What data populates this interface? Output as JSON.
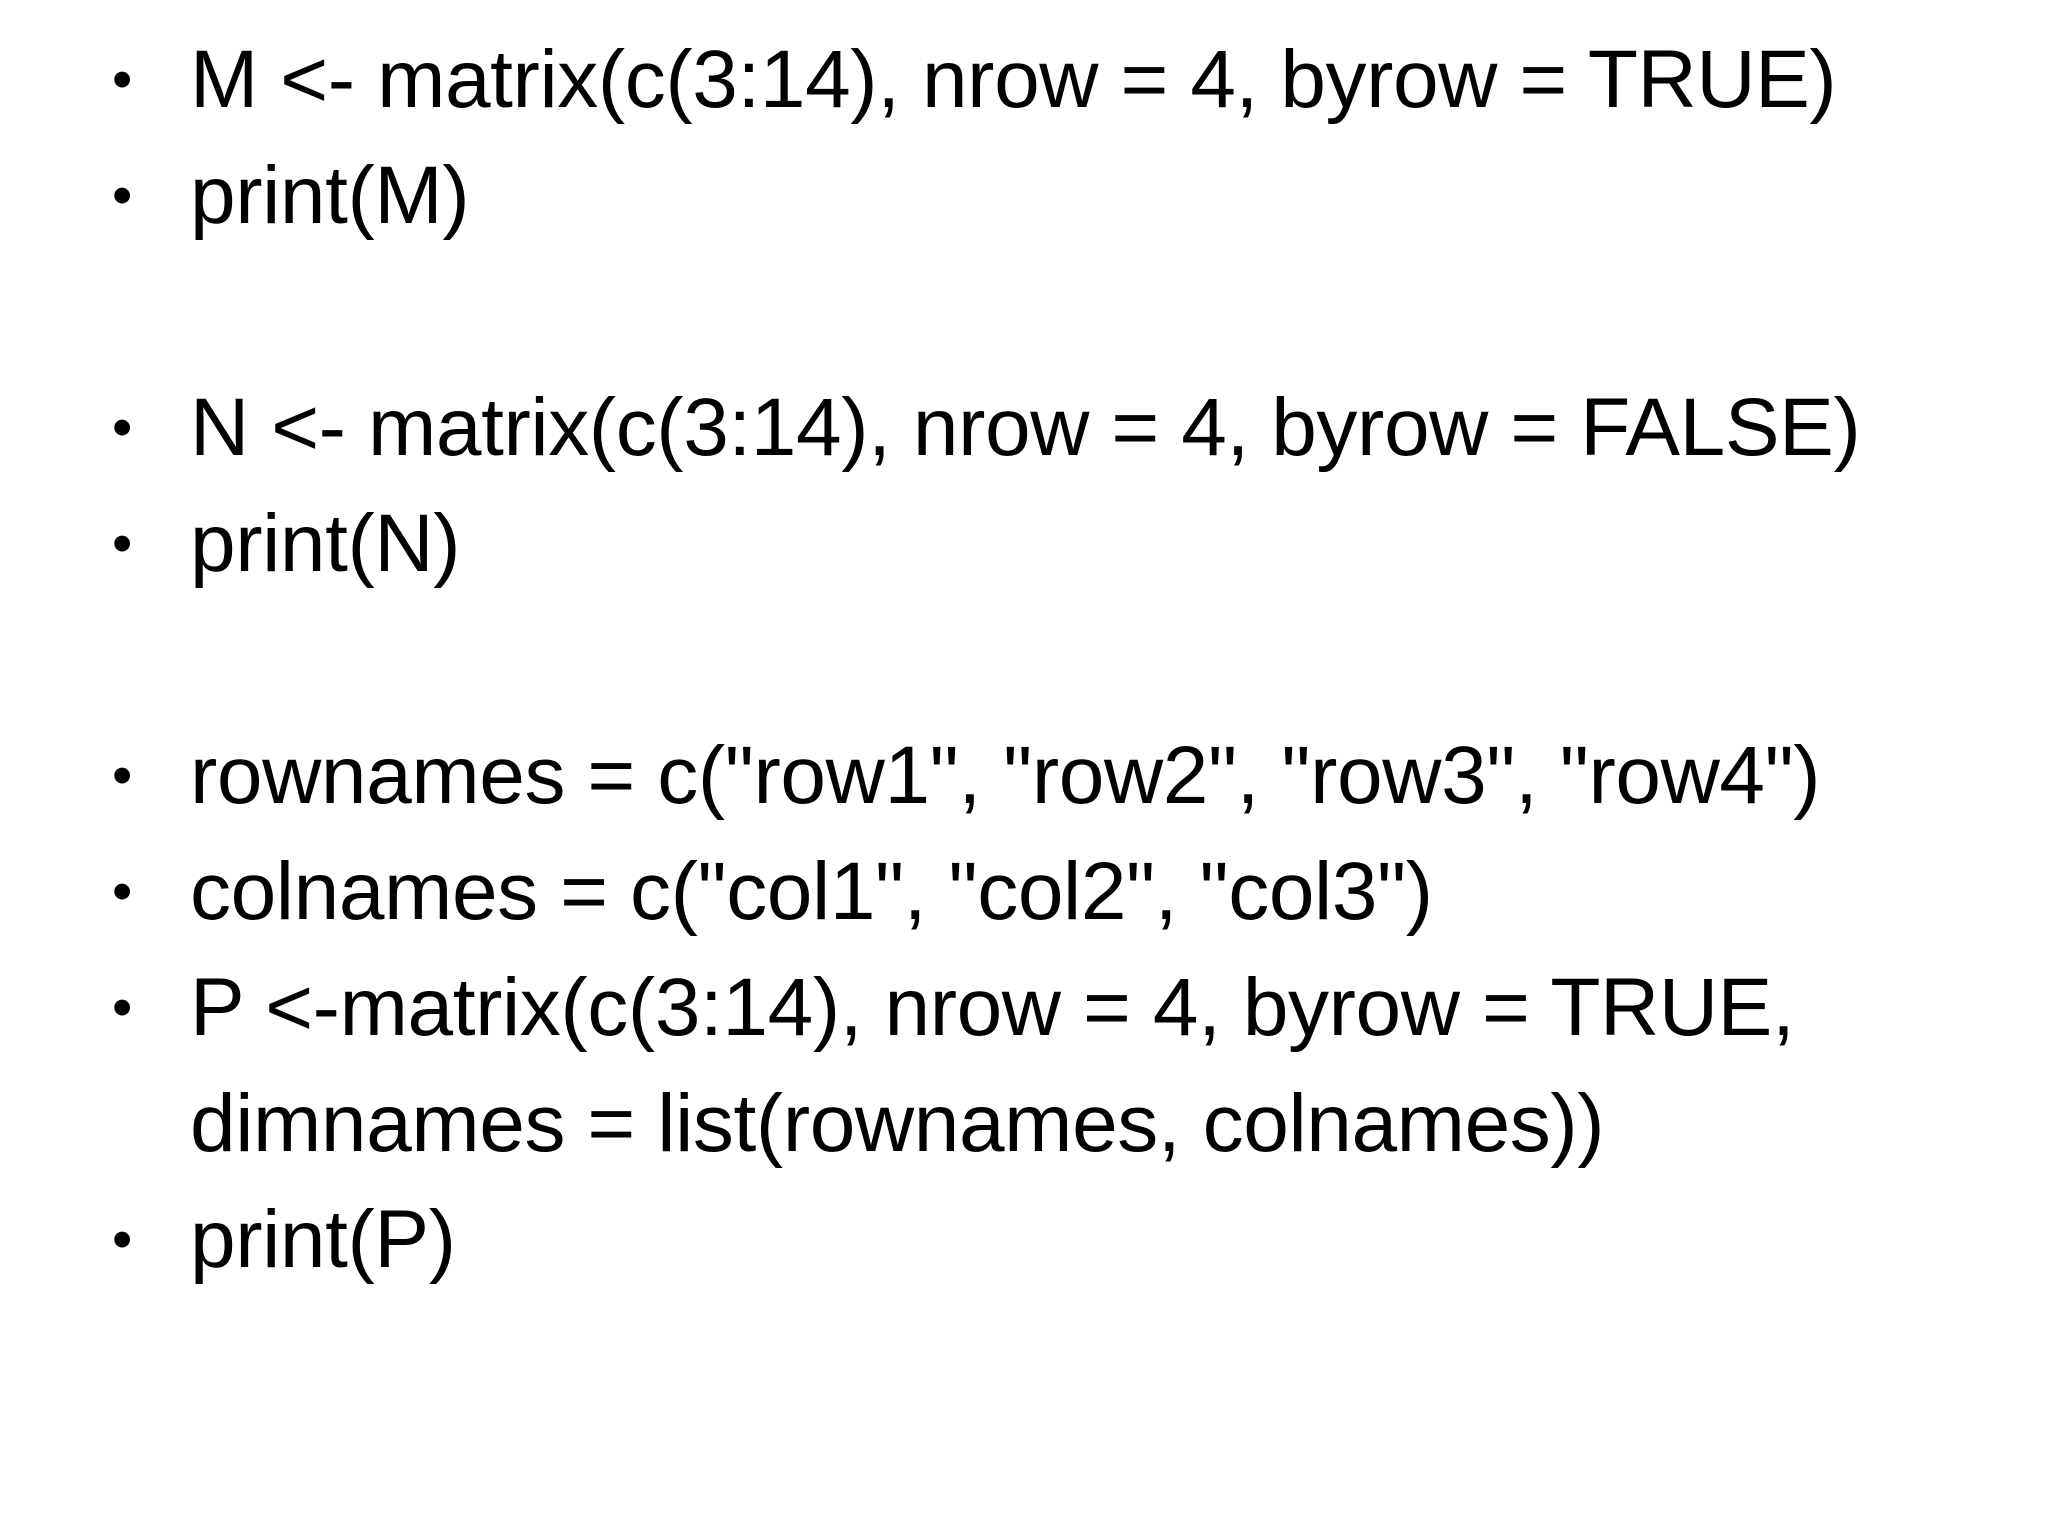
{
  "slide": {
    "background_color": "#ffffff",
    "text_color": "#000000",
    "bullet_glyph": "•",
    "blocks": [
      {
        "type": "bullet",
        "name": "bullet-matrix-m-assign",
        "lines": [
          "M <- matrix(c(3:14), nrow = 4, byrow = TRUE)"
        ]
      },
      {
        "type": "bullet",
        "name": "bullet-print-m",
        "lines": [
          "print(M)"
        ]
      },
      {
        "type": "spacer",
        "name": "blank-line-1"
      },
      {
        "type": "bullet",
        "name": "bullet-matrix-n-assign",
        "lines": [
          "N <- matrix(c(3:14), nrow = 4, byrow = FALSE)"
        ]
      },
      {
        "type": "bullet",
        "name": "bullet-print-n",
        "lines": [
          "print(N)"
        ]
      },
      {
        "type": "spacer",
        "name": "blank-line-2"
      },
      {
        "type": "bullet",
        "name": "bullet-rownames-assign",
        "lines": [
          "rownames = c(\"row1\", \"row2\", \"row3\", \"row4\")"
        ]
      },
      {
        "type": "bullet",
        "name": "bullet-colnames-assign",
        "lines": [
          "colnames = c(\"col1\", \"col2\", \"col3\")"
        ]
      },
      {
        "type": "bullet",
        "name": "bullet-matrix-p-assign",
        "lines": [
          "P <-matrix(c(3:14), nrow = 4, byrow = TRUE,",
          "dimnames = list(rownames, colnames))"
        ]
      },
      {
        "type": "bullet",
        "name": "bullet-print-p",
        "lines": [
          "print(P)"
        ]
      }
    ]
  }
}
